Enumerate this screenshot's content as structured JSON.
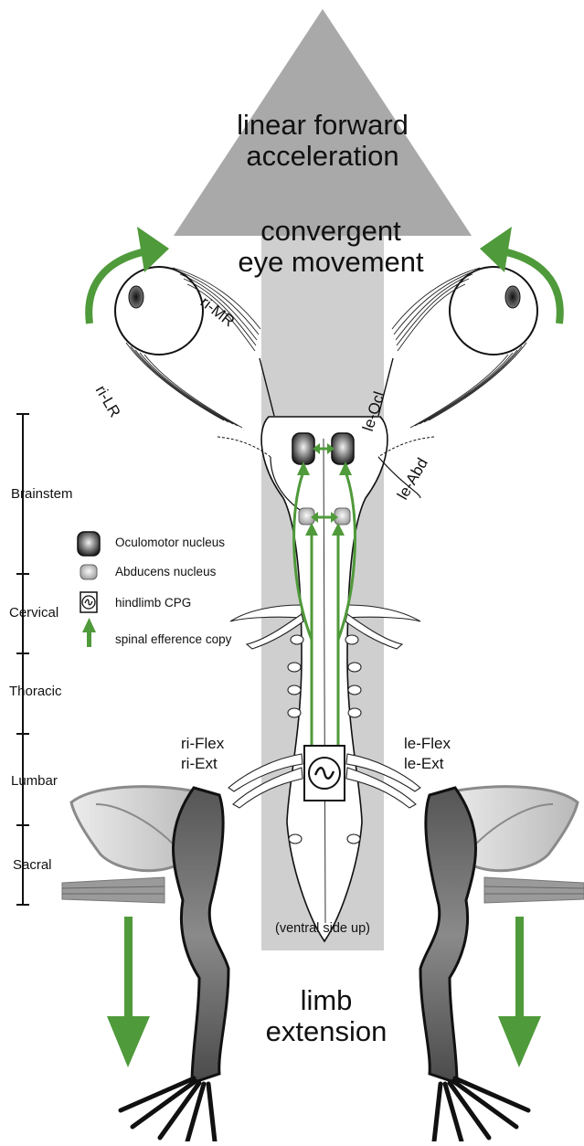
{
  "headline": {
    "line1": "linear forward",
    "line2": "acceleration"
  },
  "eye_label": {
    "line1": "convergent",
    "line2": "eye movement"
  },
  "limb_label": {
    "line1": "limb",
    "line2": "extension"
  },
  "muscles": {
    "ri_mr": "ri-MR",
    "ri_lr": "ri-LR",
    "le_ocl": "le-Ocl",
    "le_abd": "le-Abd",
    "ri_flex": "ri-Flex",
    "ri_ext": "ri-Ext",
    "le_flex": "le-Flex",
    "le_ext": "le-Ext"
  },
  "regions": [
    "Brainstem",
    "Cervical",
    "Thoracic",
    "Lumbar",
    "Sacral"
  ],
  "legend": [
    {
      "icon": "oculomotor-nucleus-icon",
      "label": "Oculomotor nucleus"
    },
    {
      "icon": "abducens-nucleus-icon",
      "label": "Abducens nucleus"
    },
    {
      "icon": "hindlimb-cpg-icon",
      "label": "hindlimb CPG"
    },
    {
      "icon": "green-arrow-icon",
      "label": "spinal efference copy"
    }
  ],
  "note": "(ventral side up)",
  "colors": {
    "green": "#4f9a3a",
    "arrow_gray": "#a8a8a8",
    "column_gray": "#cecece"
  }
}
